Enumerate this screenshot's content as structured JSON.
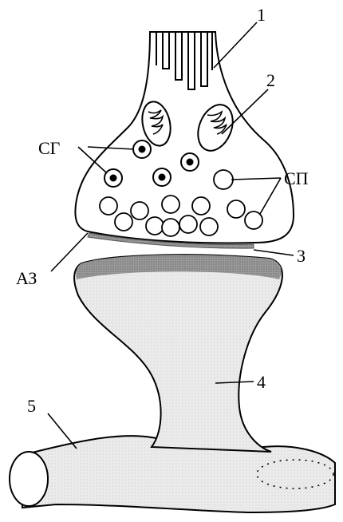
{
  "labels": {
    "n1": "1",
    "n2": "2",
    "n3": "3",
    "n4": "4",
    "n5": "5",
    "sg": "СГ",
    "sp": "СП",
    "az": "АЗ"
  }
}
